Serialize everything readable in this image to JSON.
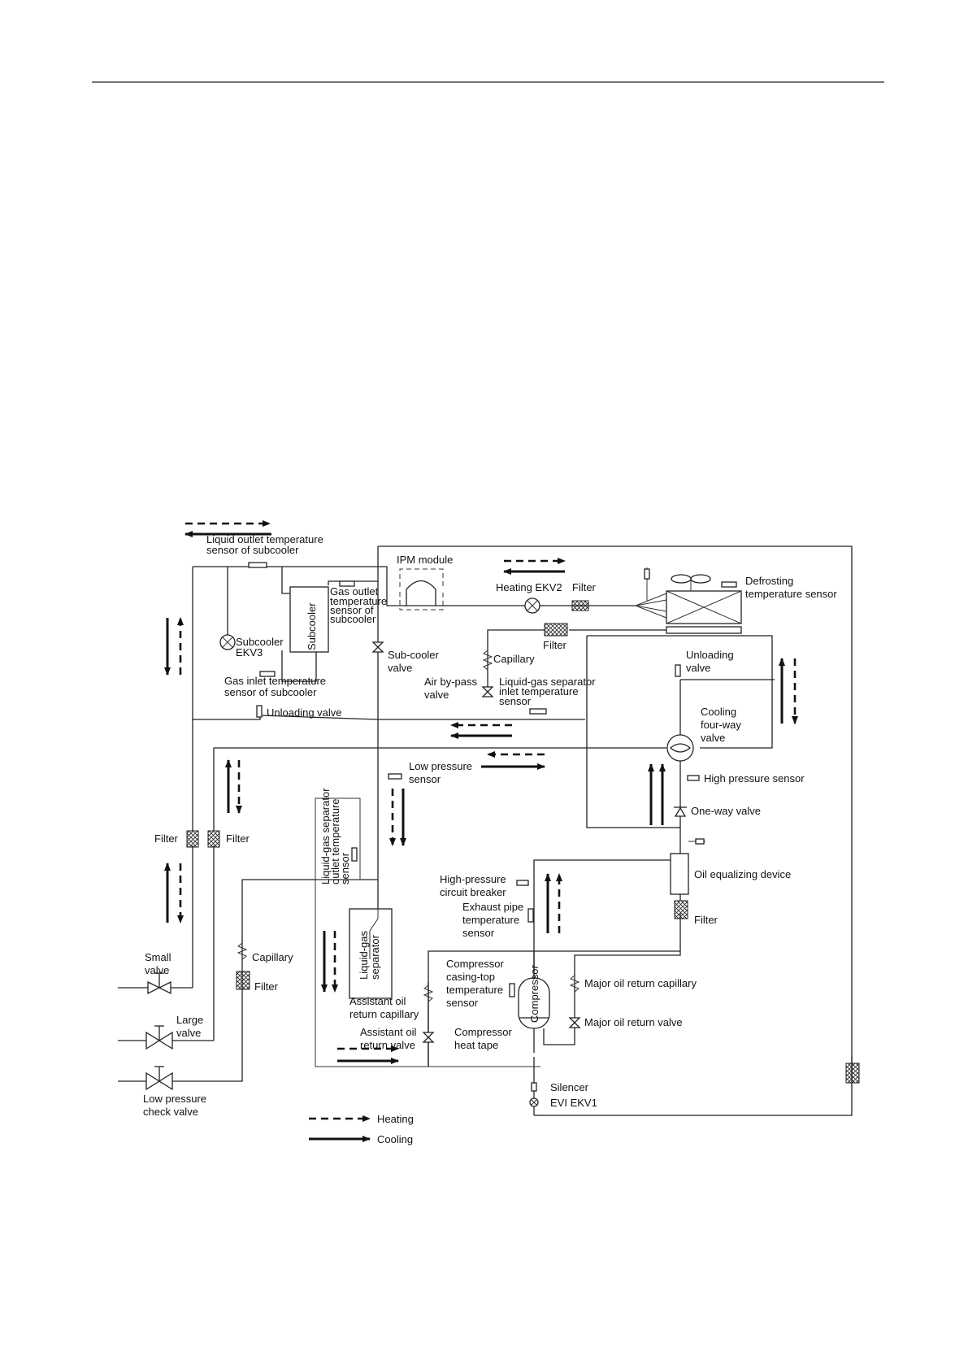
{
  "labels": {
    "liquid_outlet_sensor": [
      "Liquid outlet temperature",
      "sensor of subcooler"
    ],
    "ipm": "IPM module",
    "heating_ekv2": "Heating EKV2",
    "filter_top": "Filter",
    "defrost": [
      "Defrosting",
      "temperature sensor"
    ],
    "gas_outlet_sensor": [
      "Gas outlet",
      "temperature",
      "sensor of",
      "subcooler"
    ],
    "subcooler": "Subcooler",
    "subcooler_ekv3": [
      "Subcooler",
      "EKV3"
    ],
    "gas_inlet_sensor": [
      "Gas inlet temperature",
      "sensor of subcooler"
    ],
    "filter_mid": "Filter",
    "sub_cooler_valve": [
      "Sub-cooler",
      "valve"
    ],
    "capillary_top": "Capillary",
    "air_bypass": [
      "Air by-pass",
      "valve"
    ],
    "lg_inlet_sensor": [
      "Liquid-gas separator",
      "inlet temperature",
      "sensor"
    ],
    "unloading_right": [
      "Unloading",
      "valve"
    ],
    "unloading_left": "Unloading valve",
    "cooling_4way": [
      "Cooling",
      "four-way",
      "valve"
    ],
    "low_pressure_sensor": [
      "Low pressure",
      "sensor"
    ],
    "high_pressure_sensor": "High pressure sensor",
    "one_way": "One-way valve",
    "filter_left1": "Filter",
    "filter_left2": "Filter",
    "lg_outlet_sensor": [
      "Liquid-gas separator",
      "outlet temperature",
      "sensor"
    ],
    "oil_equalizing": "Oil equalizing device",
    "hp_breaker": [
      "High-pressure",
      "circuit breaker"
    ],
    "exhaust_sensor": [
      "Exhaust pipe",
      "temperature",
      "sensor"
    ],
    "filter_oil": "Filter",
    "capillary_low": "Capillary",
    "filter_low": "Filter",
    "lg_separator": [
      "Liquid-gas",
      "separator"
    ],
    "small_valve": [
      "Small",
      "valve"
    ],
    "large_valve": [
      "Large",
      "valve"
    ],
    "low_check": [
      "Low pressure",
      "check valve"
    ],
    "compressor_top_sensor": [
      "Compressor",
      "casing-top",
      "temperature",
      "sensor"
    ],
    "compressor": "Compressor",
    "major_oil_cap": "Major oil return capillary",
    "major_oil_valve": "Major oil return valve",
    "assistant_cap": [
      "Assistant oil",
      "return capillary"
    ],
    "assistant_valve": [
      "Assistant oil",
      "return valve"
    ],
    "heat_tape": [
      "Compressor",
      "heat tape"
    ],
    "silencer": "Silencer",
    "evi": "EVI EKV1"
  },
  "legend": {
    "heating": "Heating",
    "cooling": "Cooling"
  }
}
